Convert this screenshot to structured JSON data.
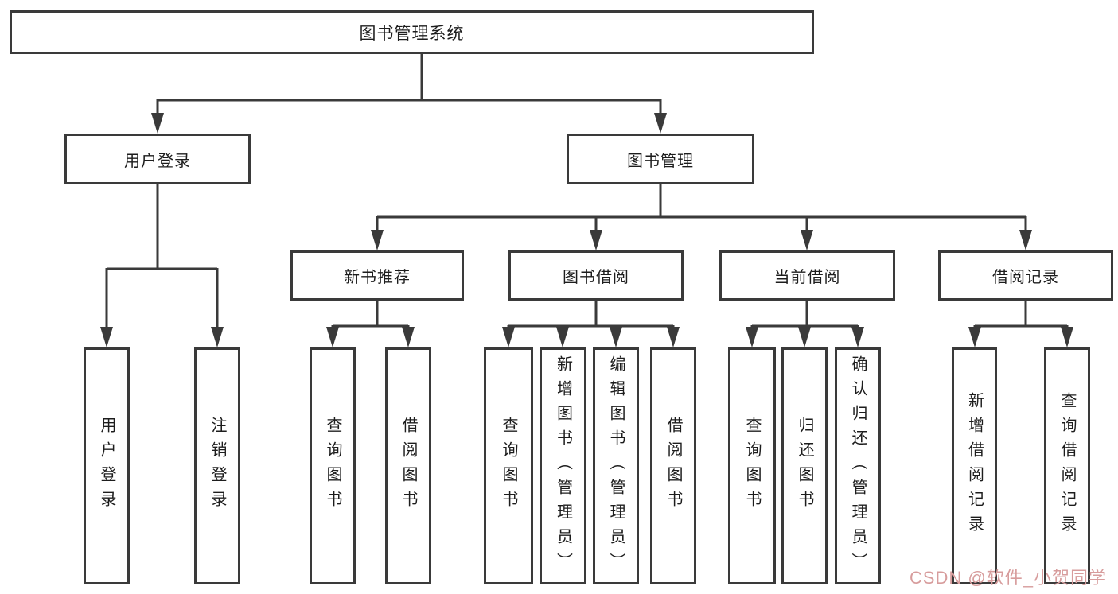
{
  "diagram": {
    "root": {
      "label": "图书管理系统"
    },
    "level1": [
      {
        "label": "用户登录"
      },
      {
        "label": "图书管理"
      }
    ],
    "level2": [
      {
        "label": "新书推荐"
      },
      {
        "label": "图书借阅"
      },
      {
        "label": "当前借阅"
      },
      {
        "label": "借阅记录"
      }
    ],
    "leaves": {
      "user_login": [
        "用户登录",
        "注销登录"
      ],
      "new_book_recommend": [
        "查询图书",
        "借阅图书"
      ],
      "book_borrowing": [
        "查询图书",
        "新增图书（管理员）",
        "编辑图书（管理员）",
        "借阅图书"
      ],
      "current_borrowing": [
        "查询图书",
        "归还图书",
        "确认归还（管理员）"
      ],
      "borrowing_records": [
        "新增借阅记录",
        "查询借阅记录"
      ]
    }
  },
  "watermark": {
    "text": "CSDN @软件_小贺同学",
    "color": "#d79c9c"
  },
  "colors": {
    "line": "#3a3a3a",
    "text": "#1d1d1d",
    "background": "#ffffff"
  }
}
